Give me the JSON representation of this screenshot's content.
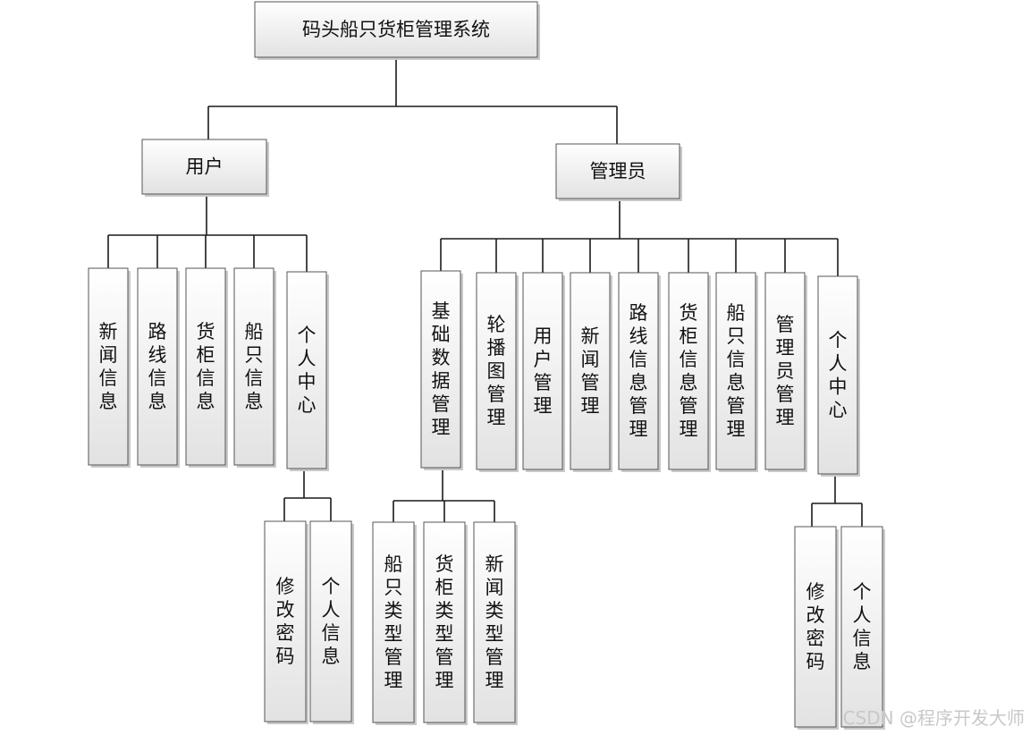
{
  "diagram": {
    "root": "码头船只货柜管理系统",
    "roles": {
      "user": {
        "title": "用户",
        "children": [
          "新闻信息",
          "路线信息",
          "货柜信息",
          "船只信息",
          "个人中心"
        ],
        "personal_center_children": [
          "修改密码",
          "个人信息"
        ]
      },
      "admin": {
        "title": "管理员",
        "children": [
          "基础数据管理",
          "轮播图管理",
          "用户管理",
          "新闻管理",
          "路线信息管理",
          "货柜信息管理",
          "船只信息管理",
          "管理员管理",
          "个人中心"
        ],
        "base_data_children": [
          "船只类型管理",
          "货柜类型管理",
          "新闻类型管理"
        ],
        "personal_center_children": [
          "修改密码",
          "个人信息"
        ]
      }
    }
  },
  "watermark": "CSDN @程序开发大师",
  "colors": {
    "box_top": "#ffffff",
    "box_bottom": "#e2e2e2",
    "border": "#555555",
    "line": "#1a1a1a"
  }
}
